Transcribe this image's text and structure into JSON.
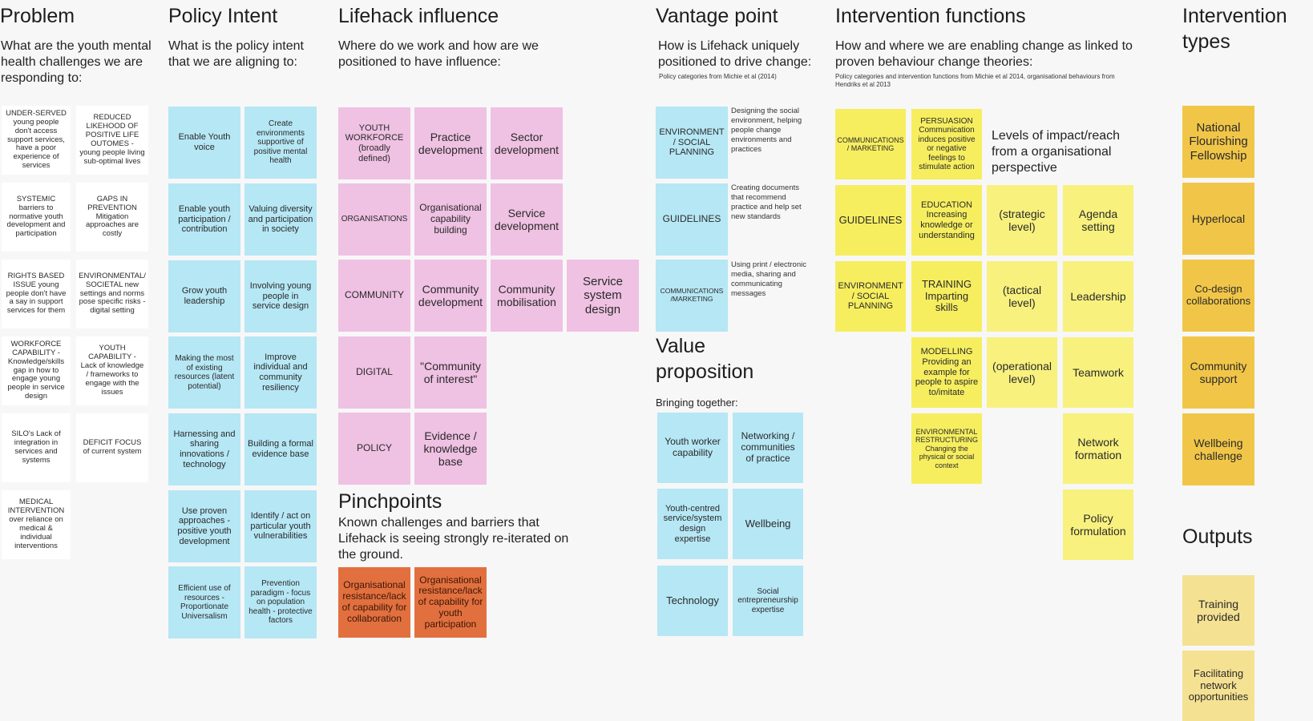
{
  "problem": {
    "title": "Problem",
    "subtitle": "What are the youth mental health challenges we are responding to:",
    "notes": [
      "UNDER-SERVED young people don't access support services, have a poor experience of services",
      "REDUCED LIKEHOOD OF POSITIVE LIFE OUTOMES - young people living sub-optimal lives",
      "SYSTEMIC barriers to normative youth development and participation",
      "GAPS IN PREVENTION Mitigation approaches are costly",
      "RIGHTS BASED ISSUE young people don't have a say in support services for them",
      "ENVIRONMENTAL/ SOCIETAL new settings and norms pose specific risks - digital setting",
      "WORKFORCE CAPABILITY - Knowledge/skills gap in how to engage young people in service design",
      "YOUTH CAPABILITY - Lack of knowledge / frameworks to engage with the issues",
      "SILO's Lack of integration in services and systems",
      "DEFICIT FOCUS of current system",
      "MEDICAL INTERVENTION over reliance on medical & individual interventions"
    ]
  },
  "policy": {
    "title": "Policy Intent",
    "subtitle": "What is the policy intent that we are aligning to:",
    "notes": [
      "Enable Youth voice",
      "Create environments supportive of positive mental health",
      "Enable youth participation / contribution",
      "Valuing diversity and participation in society",
      "Grow youth leadership",
      "Involving young people in service design",
      "Making the most of existing resources (latent potential)",
      "Improve individual and community resiliency",
      "Harnessing and sharing innovations / technology",
      "Building a formal evidence base",
      "Use proven approaches - positive youth development",
      "Identify / act on particular youth vulnerabilities",
      "Efficient use of resources - Proportionate Universalism",
      "Prevention paradigm - focus on population health - protective factors"
    ]
  },
  "influence": {
    "title": "Lifehack influence",
    "subtitle": "Where do we work and how are we positioned to have influence:",
    "notes": [
      "YOUTH WORKFORCE (broadly defined)",
      "Practice development",
      "Sector development",
      "ORGANISATIONS",
      "Organisational capability building",
      "Service development",
      "COMMUNITY",
      "Community development",
      "Community mobilisation",
      "Service system design",
      "DIGITAL",
      "\"Community of interest\"",
      "POLICY",
      "Evidence / knowledge base"
    ]
  },
  "pinchpoints": {
    "title": "Pinchpoints",
    "subtitle": "Known challenges and barriers that Lifehack is seeing strongly re-iterated on the ground.",
    "notes": [
      "Organisational resistance/lack of capability for collaboration",
      "Organisational resistance/lack of capability for youth participation"
    ]
  },
  "vantage": {
    "title": "Vantage point",
    "subtitle": "How is Lifehack uniquely positioned to drive change:",
    "footnote": "Policy categories from Michie et al (2014)",
    "notes": [
      "ENVIRONMENT / SOCIAL PLANNING",
      "GUIDELINES",
      "COMMUNICATIONS /MARKETING"
    ],
    "descriptions": [
      "Designing the social environment, helping people change environments and practices",
      "Creating documents that recommend practice and help set new standards",
      "Using print / electronic media, sharing and communicating messages"
    ]
  },
  "value": {
    "title": "Value proposition",
    "subtitle": "Bringing together:",
    "notes": [
      "Youth worker capability",
      "Networking / communities of practice",
      "Youth-centred service/system design expertise",
      "Wellbeing",
      "Technology",
      "Social entrepreneurship expertise"
    ]
  },
  "functions": {
    "title": "Intervention functions",
    "subtitle": "How and where we are enabling change as linked to proven behaviour change theories:",
    "footnote": "Policy categories and intervention functions from Michie et al 2014, organisational behaviours from Hendriks et al 2013",
    "levels_label": "Levels of impact/reach from a organisational perspective",
    "notes": [
      "COMMUNICATIONS / MARKETING",
      "PERSUASION Communication induces positive or negative feelings to stimulate action",
      "GUIDELINES",
      "EDUCATION Increasing knowledge or understanding",
      "(strategic level)",
      "Agenda setting",
      "ENVIRONMENT / SOCIAL PLANNING",
      "TRAINING Imparting skills",
      "(tactical level)",
      "Leadership",
      "MODELLING Providing an example for people to aspire to/imitate",
      "(operational level)",
      "Teamwork",
      "ENVIRONMENTAL RESTRUCTURING Changing the physical or social context",
      "Network formation",
      "Policy formulation"
    ]
  },
  "types": {
    "title": "Intervention types",
    "notes": [
      "National Flourishing Fellowship",
      "Hyperlocal",
      "Co-design collaborations",
      "Community support",
      "Wellbeing challenge"
    ]
  },
  "outputs": {
    "title": "Outputs",
    "notes": [
      "Training provided",
      "Facilitating network opportunities"
    ]
  }
}
